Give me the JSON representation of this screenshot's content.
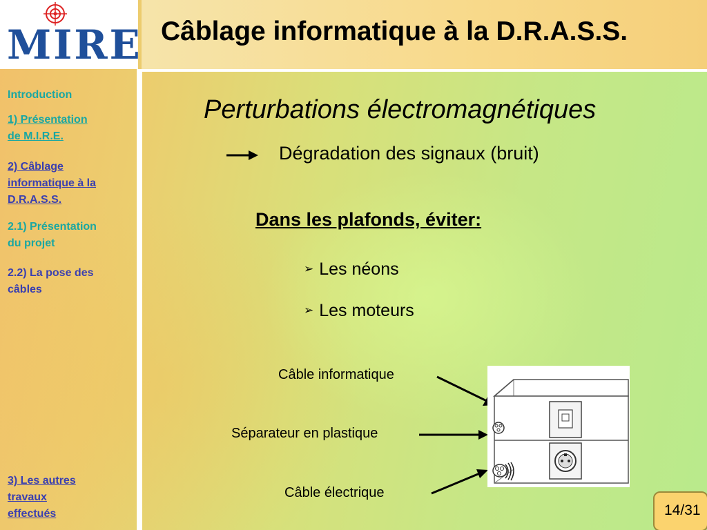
{
  "logo": {
    "text": "MIRE",
    "icon": "target-emblem-icon"
  },
  "header": {
    "title": "Câblage informatique à la D.R.A.S.S."
  },
  "sidebar": {
    "items": [
      {
        "label": "Introduction"
      },
      {
        "label_line1": "1) Présentation",
        "label_line2": "de M.I.R.E."
      },
      {
        "label_line1": "2) Câblage",
        "label_line2": "informatique à la",
        "label_line3": "D.R.A.S.S."
      },
      {
        "label_line1": "2.1) Présentation",
        "label_line2": "du projet"
      },
      {
        "label_line1": "2.2) La pose des",
        "label_line2": "câbles"
      },
      {
        "label_line1": "3) Les autres",
        "label_line2": "travaux",
        "label_line3": "effectués"
      }
    ]
  },
  "main": {
    "subtitle": "Perturbations électromagnétiques",
    "arrow_icon": "right-arrow-icon",
    "degradation": "Dégradation des signaux (bruit)",
    "avoid_heading": "Dans les plafonds, éviter:",
    "bullet_icon": "arrowhead-bullet-icon",
    "bullet_mark": "➢",
    "bullets": [
      "Les néons",
      "Les moteurs"
    ]
  },
  "figure": {
    "labels": [
      "Câble informatique",
      "Séparateur en plastique",
      "Câble électrique"
    ],
    "icon": "cable-trunking-illustration"
  },
  "footer": {
    "page": "14/31"
  },
  "colors": {
    "logo_blue": "#1f4f9a",
    "nav_teal": "#1aa7a2",
    "nav_blue": "#3a3fb0",
    "page_box": "#fbd36e"
  }
}
